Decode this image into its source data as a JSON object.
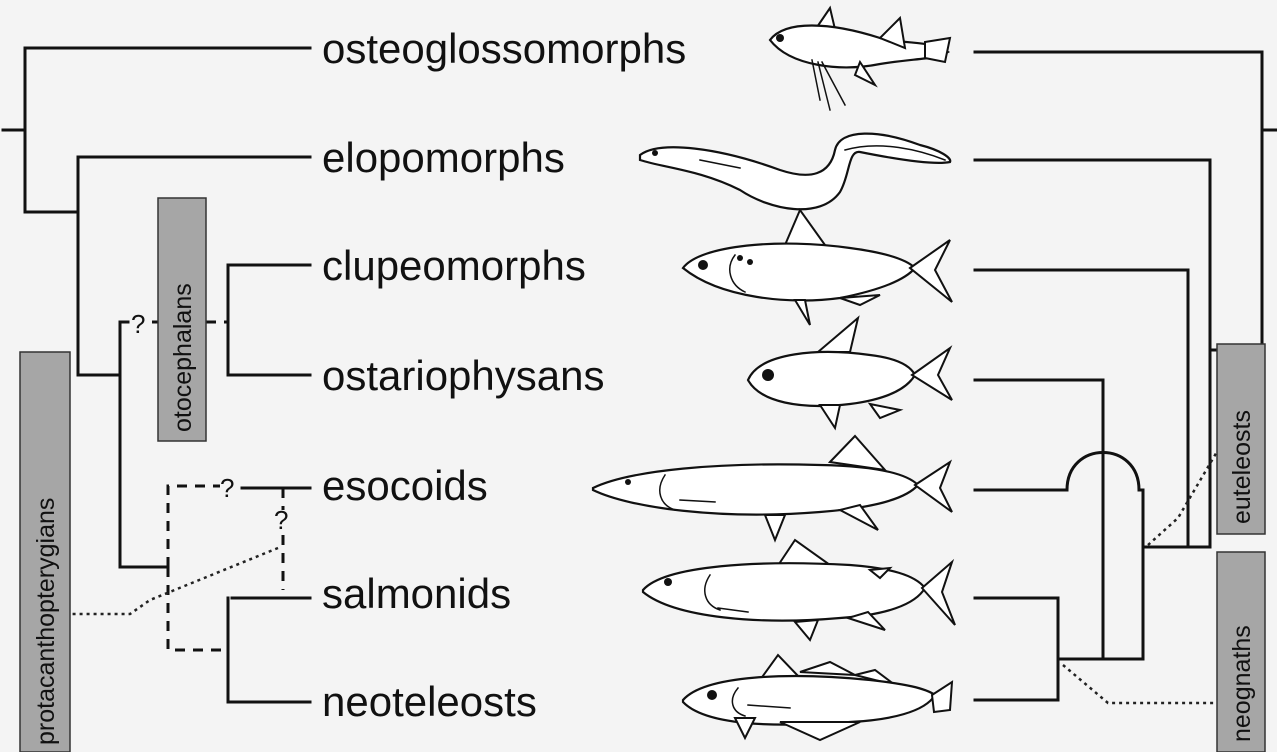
{
  "taxa": [
    {
      "label": "osteoglossomorphs",
      "icon": "osteoglossomorph-fish-icon"
    },
    {
      "label": "elopomorphs",
      "icon": "eel-icon"
    },
    {
      "label": "clupeomorphs",
      "icon": "herring-fish-icon"
    },
    {
      "label": "ostariophysans",
      "icon": "minnow-fish-icon"
    },
    {
      "label": "esocoids",
      "icon": "pike-fish-icon"
    },
    {
      "label": "salmonids",
      "icon": "salmon-fish-icon"
    },
    {
      "label": "neoteleosts",
      "icon": "cod-fish-icon"
    }
  ],
  "group_labels": {
    "otocephalans": "otocephalans",
    "protacanthopterygians": "protacanthopterygians",
    "euteleosts": "euteleosts",
    "neognaths": "neognaths"
  },
  "uncertainty_mark": "?"
}
